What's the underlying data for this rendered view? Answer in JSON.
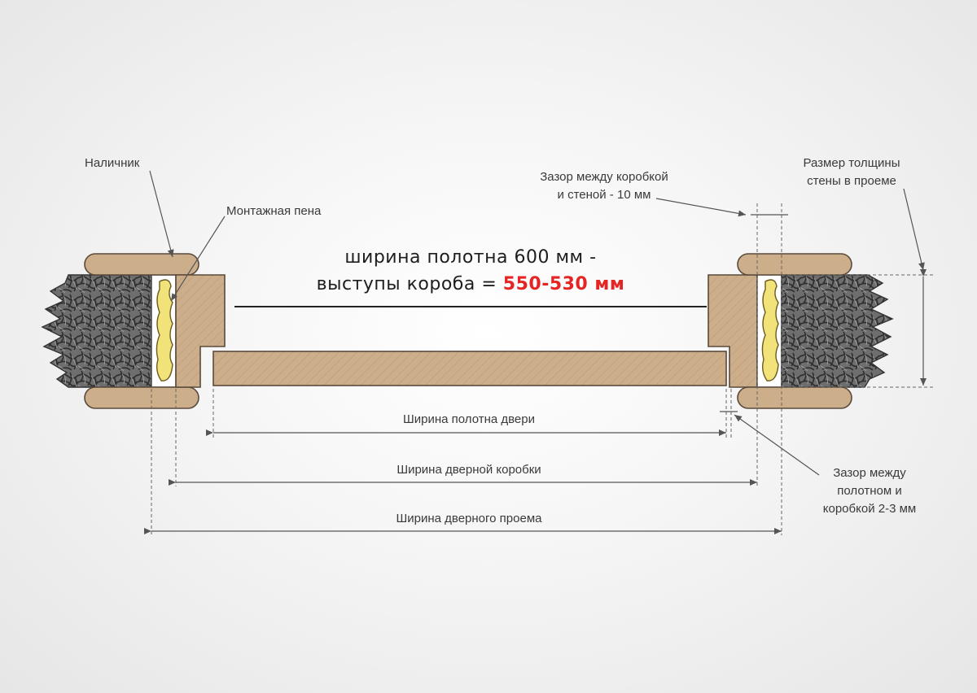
{
  "labels": {
    "nalichnik": "Наличник",
    "foam": "Монтажная пена",
    "gap_wall_1": "Зазор между коробкой",
    "gap_wall_2": "и стеной - 10 мм",
    "wall_size_1": "Размер толщины",
    "wall_size_2": "стены в проеме",
    "gap_leaf_1": "Зазор между",
    "gap_leaf_2": "полотном и",
    "gap_leaf_3": "коробкой 2-3 мм",
    "leaf_width": "Ширина полотна двери",
    "frame_width": "Ширина дверной коробки",
    "opening_width": "Ширина дверного проема"
  },
  "formula": {
    "line1": "ширина полотна 600 мм -",
    "line2_prefix": "выступы короба  = ",
    "result": "550-530 мм"
  },
  "colors": {
    "wood": "#cdae8b",
    "foam": "#f2e27a",
    "wall": "#6b6b6b",
    "accent": "#e52424"
  }
}
